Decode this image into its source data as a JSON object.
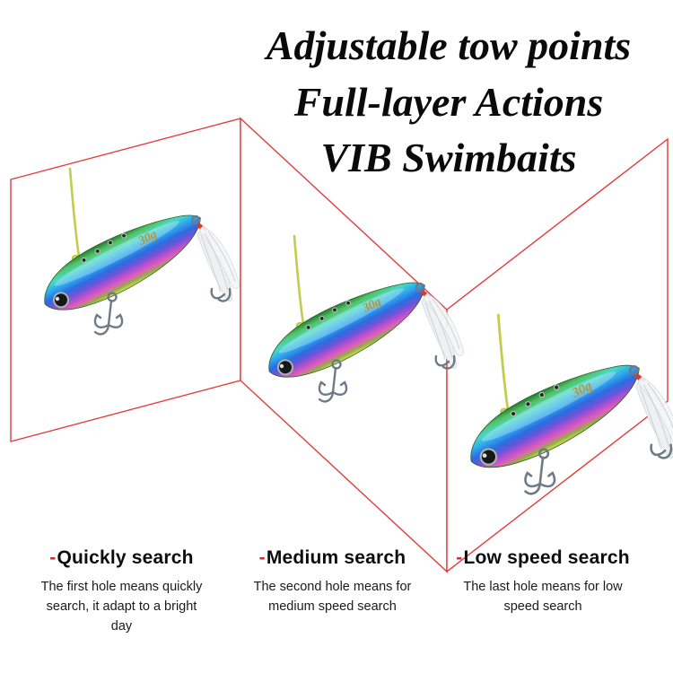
{
  "title": {
    "lines": [
      "Adjustable tow points",
      "Full-layer Actions",
      "VIB Swimbaits"
    ]
  },
  "lure": {
    "weight_label": "30g"
  },
  "captions": [
    {
      "dash": "-",
      "heading": "Quickly search",
      "body": "The first hole means quickly search, it adapt to a bright day"
    },
    {
      "dash": "-",
      "heading": "Medium search",
      "body": "The second hole means for medium speed search"
    },
    {
      "dash": "-",
      "heading": "Low speed search",
      "body": "The last hole means for low speed search"
    }
  ],
  "colors": {
    "panel_outline": "#e23b3b",
    "accent_red": "#e8232a",
    "string_yellow": "#c3cc4b",
    "gold_label": "#b5953f"
  }
}
